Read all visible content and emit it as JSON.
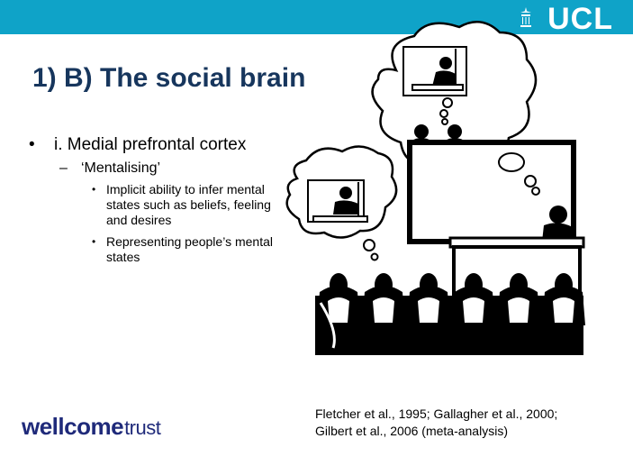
{
  "header": {
    "logo_text": "UCL"
  },
  "slide": {
    "title": "1) B) The social brain",
    "bullets": {
      "l1": "i. Medial prefrontal cortex",
      "l2": "‘Mentalising’",
      "l3a": "Implicit ability to infer mental states such as beliefs, feeling and desires",
      "l3b": "Representing people’s mental states"
    },
    "bullet_glyph": "•",
    "dash_glyph": "–"
  },
  "citation": {
    "line1": "Fletcher et al., 1995; Gallagher et al., 2000;",
    "line2": "Gilbert et al., 2006 (meta-analysis)"
  },
  "sponsor": {
    "part1": "wellcome",
    "part2": "trust"
  },
  "colors": {
    "banner": "#0fa3c8",
    "title": "#17365d",
    "sponsor": "#1f2a7a"
  }
}
